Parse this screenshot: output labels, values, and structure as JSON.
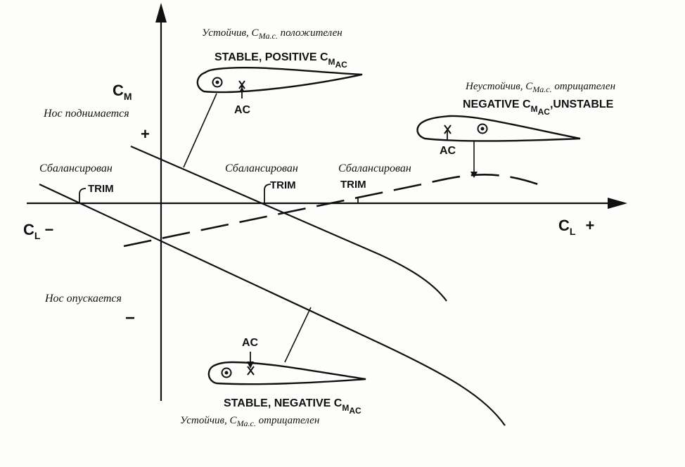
{
  "axes": {
    "y_symbol": "C",
    "y_sub": "M",
    "x_symbol": "C",
    "x_sub": "L",
    "x_minus_sign": "−",
    "x_plus_sign": "+",
    "y_plus_sign": "+",
    "y_minus_sign": "−"
  },
  "ru_labels": {
    "nose_up": "Нос поднимается",
    "nose_down": "Нос опускается",
    "trim_1": "Сбалансирован",
    "trim_2": "Сбалансирован",
    "trim_3": "Сбалансирован"
  },
  "trim_label": "TRIM",
  "ac_label": "AC",
  "stable_positive": {
    "ru_prefix": "Устойчив, C",
    "ru_sub": "Ma.c.",
    "ru_suffix": " положителен",
    "en_prefix": "STABLE, POSITIVE C",
    "en_sub1": "M",
    "en_sub2": "AC"
  },
  "negative_unstable": {
    "ru_prefix": "Неустойчив, C",
    "ru_sub": "Ma.c.",
    "ru_suffix": " отрицателен",
    "en_prefix": "NEGATIVE C",
    "en_sub1": "M",
    "en_sub2": "AC",
    "en_suffix": ",UNSTABLE"
  },
  "stable_negative": {
    "ru_prefix": "Устойчив, C",
    "ru_sub": "Ma.c.",
    "ru_suffix": " отрицателен",
    "en_prefix": "STABLE, NEGATIVE C",
    "en_sub1": "M",
    "en_sub2": "AC"
  },
  "colors": {
    "ink": "#111111",
    "paper": "#fdfdfb"
  }
}
